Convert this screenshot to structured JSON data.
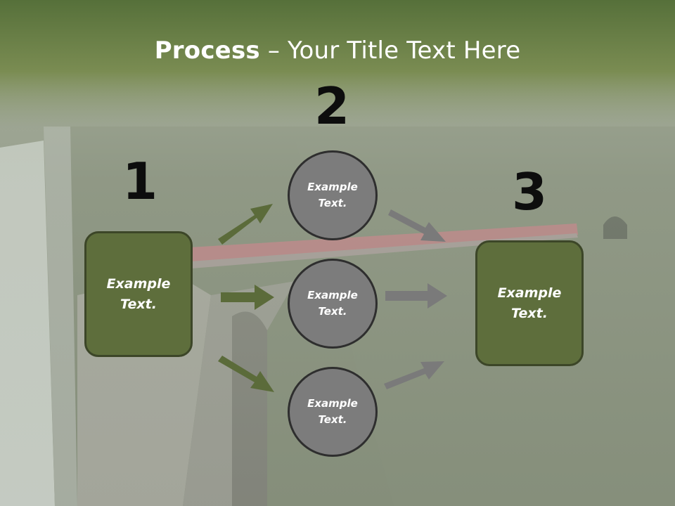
{
  "title": {
    "bold": "Process",
    "rest": " – Your Title Text Here"
  },
  "steps": [
    {
      "number": "1",
      "text": "Example\nText."
    },
    {
      "number": "2",
      "text": ""
    },
    {
      "number": "3",
      "text": "Example\nText."
    }
  ],
  "circles": [
    {
      "text": "Example\nText."
    },
    {
      "text": "Example\nText."
    },
    {
      "text": "Example\nText."
    }
  ],
  "colors": {
    "header_green": "#6f8346",
    "box_fill": "#5e6e3c",
    "circle_fill": "#7c7c7c",
    "arrow_green": "#5b6b3a",
    "arrow_gray": "#7a7a7a"
  }
}
